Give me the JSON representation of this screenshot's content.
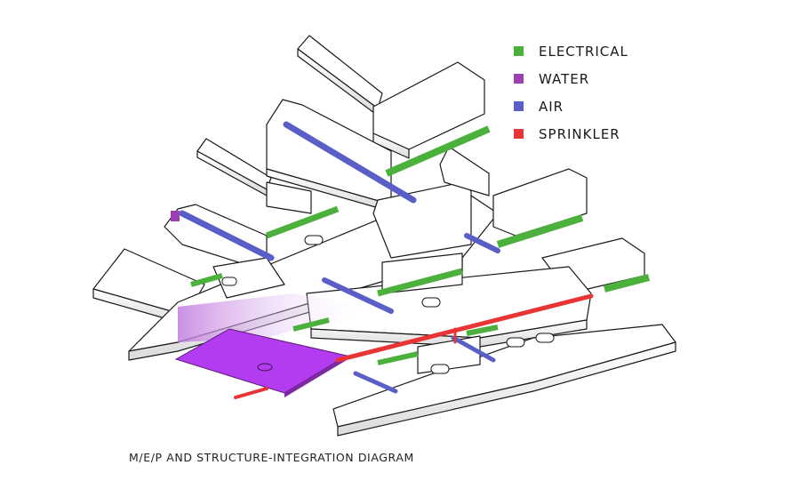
{
  "legend": {
    "items": [
      {
        "label": "ELECTRICAL",
        "color": "#4cb03c"
      },
      {
        "label": "WATER",
        "color": "#9c3fb0"
      },
      {
        "label": "AIR",
        "color": "#5a5fc8"
      },
      {
        "label": "SPRINKLER",
        "color": "#e83434"
      }
    ]
  },
  "caption": "M/E/P AND STRUCTURE-INTEGRATION DIAGRAM",
  "colors": {
    "electrical": "#4cb03c",
    "water": "#9c3fb0",
    "water_panel": "#b43cf0",
    "air": "#5a5fc8",
    "sprinkler": "#e83434",
    "structure_fill": "#ffffff",
    "structure_stroke": "#1a1a1a"
  }
}
